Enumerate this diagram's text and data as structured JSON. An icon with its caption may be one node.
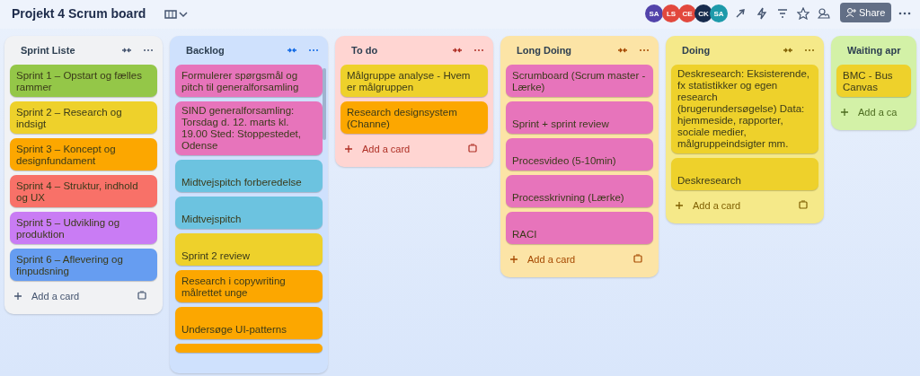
{
  "diagram": {
    "title": "Projekt 4 Scrum board",
    "nodes": [
      {
        "text": [
          "Sprint Liste"
        ]
      },
      {
        "text": [
          "Sprint 1 – Opstart og fælles rammer"
        ],
        "in": 0
      },
      {
        "text": [
          "Sprint 2 – Research og indsigt"
        ],
        "in": 0
      },
      {
        "text": [
          "Sprint 3 – Koncept og designfundament"
        ],
        "in": 0
      },
      {
        "text": [
          "Sprint 4 – Struktur, indhold og UX"
        ],
        "in": 0
      },
      {
        "text": [
          "Sprint 5 – Udvikling og produktion"
        ],
        "in": 0
      },
      {
        "text": [
          "Sprint 6 – Aflevering og finpudsning"
        ],
        "in": 0
      },
      {
        "text": [
          "Backlog"
        ]
      },
      {
        "text": [
          "Formulerer spørgsmål og pitch til generalforsamling"
        ],
        "in": 7
      },
      {
        "text": [
          "SIND generalforsamling: Torsdag d. 12. marts kl. 19.00 Sted: Stoppestedet, Odense"
        ],
        "in": 7
      },
      {
        "text": [
          "Midtvejspitch forberedelse"
        ],
        "in": 7
      },
      {
        "text": [
          "Midtvejspitch"
        ],
        "in": 7
      },
      {
        "text": [
          "Sprint 2 review"
        ],
        "in": 7
      },
      {
        "text": [
          "Research i copywriting målrettet unge"
        ],
        "in": 7
      },
      {
        "text": [
          "Undersøge UI-patterns"
        ],
        "in": 7
      },
      {
        "text": [],
        "shape": "box",
        "in": 7
      },
      {
        "text": [
          "To do"
        ]
      },
      {
        "text": [
          "Målgruppe analyse - Hvem er målgruppen"
        ],
        "in": 16
      },
      {
        "text": [
          "Research designsystem (Channe)"
        ],
        "in": 16
      },
      {
        "text": [
          "Long Doing"
        ]
      },
      {
        "text": [
          "Scrumboard (Scrum master - Lærke)"
        ],
        "in": 19
      },
      {
        "text": [
          "Sprint + sprint review"
        ],
        "in": 19
      },
      {
        "text": [
          "Procesvideo (5-10min)"
        ],
        "in": 19
      },
      {
        "text": [
          "Processkrivning (Lærke)"
        ],
        "in": 19
      },
      {
        "text": [
          "RACI"
        ],
        "in": 19
      },
      {
        "text": [
          "Doing"
        ]
      },
      {
        "text": [
          "Deskresearch: Eksisterende, fx statistikker og egen research (brugerundersøgelse) Data: hjemmeside, rapporter, sociale medier, målgruppeindsigter mm."
        ],
        "in": 25
      },
      {
        "text": [
          "Deskresearch"
        ],
        "in": 25
      },
      {
        "text": [
          "Waiting apr"
        ]
      },
      {
        "text": [
          "BMC - Bus Canvas"
        ],
        "in": 28
      }
    ],
    "labels": [
      "SA",
      "LS",
      "CE",
      "CK",
      "SA",
      "Share",
      "Add a card",
      "Add a card",
      "Add a card",
      "Add a card",
      "Add a ca"
    ]
  }
}
